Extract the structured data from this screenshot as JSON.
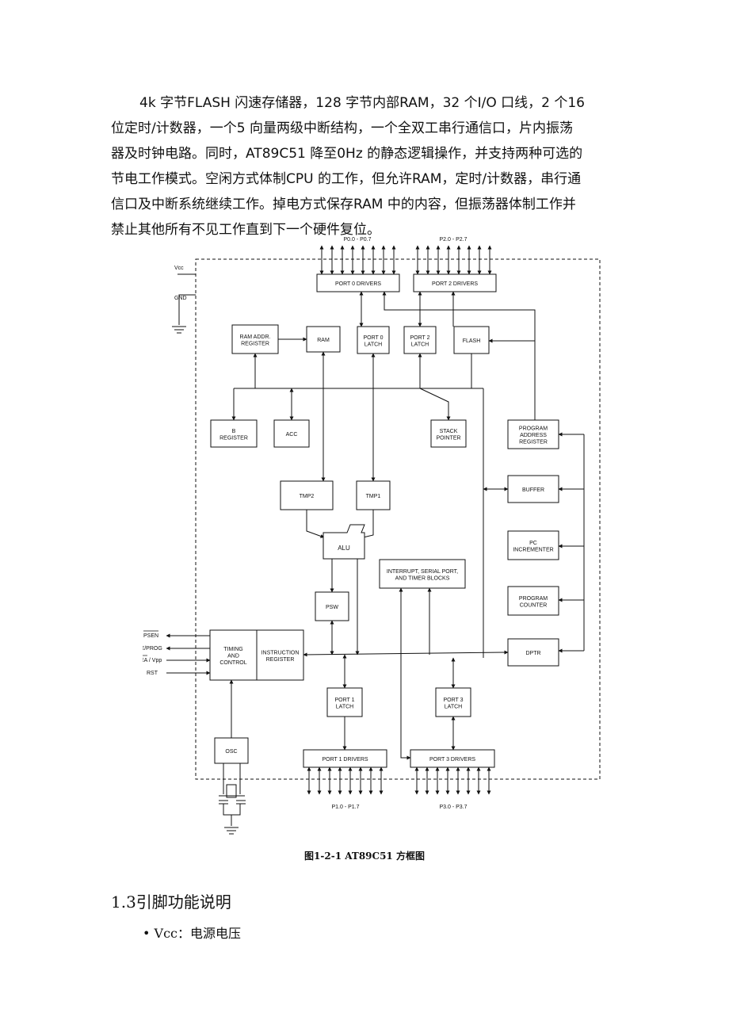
{
  "paragraph": {
    "lines": [
      "4k  字节FLASH 闪速存储器，128  字节内部RAM，32  个I/O  口线，2  个16",
      "位定时/计数器，一个5  向量两级中断结构，一个全双工串行通信口，片内振荡",
      "器及时钟电路。同时，AT89C51  降至0Hz  的静态逻辑操作，并支持两种可选的",
      "节电工作模式。空闲方式体制CPU 的工作，但允许RAM，定时/计数器，串行通",
      "信口及中断系统继续工作。掉电方式保存RAM  中的内容，但振荡器体制工作并",
      "禁止其他所有不见工作直到下一个硬件复位。"
    ]
  },
  "diagram": {
    "port_labels": {
      "p0": "P0.0 - P0.7",
      "p2": "P2.0 - P2.7",
      "p1": "P1.0 - P1.7",
      "p3": "P3.0 - P3.7"
    },
    "pins": {
      "vcc": "Vcc",
      "gnd": "GND",
      "psen": "PSEN",
      "ale": "ALE/PROG",
      "ea": "EA / Vpp",
      "rst": "RST"
    },
    "blocks": {
      "port0_drivers": [
        "PORT 0 DRIVERS"
      ],
      "port2_drivers": [
        "PORT 2 DRIVERS"
      ],
      "ram_addr_register": [
        "RAM ADDR.",
        "REGISTER"
      ],
      "ram": [
        "RAM"
      ],
      "port0_latch": [
        "PORT 0",
        "LATCH"
      ],
      "port2_latch": [
        "PORT 2",
        "LATCH"
      ],
      "flash": [
        "FLASH"
      ],
      "b_register": [
        "B",
        "REGISTER"
      ],
      "acc": [
        "ACC"
      ],
      "stack_pointer": [
        "STACK",
        "POINTER"
      ],
      "program_address_register": [
        "PROGRAM",
        "ADDRESS",
        "REGISTER"
      ],
      "buffer": [
        "BUFFER"
      ],
      "tmp2": [
        "TMP2"
      ],
      "tmp1": [
        "TMP1"
      ],
      "alu": [
        "ALU"
      ],
      "pc_incrementer": [
        "PC",
        "INCREMENTER"
      ],
      "interrupt_blocks": [
        "INTERRUPT, SERIAL PORT,",
        "AND TIMER BLOCKS"
      ],
      "program_counter": [
        "PROGRAM",
        "COUNTER"
      ],
      "psw": [
        "PSW"
      ],
      "timing_control": [
        "TIMING",
        "AND",
        "CONTROL"
      ],
      "instruction_register": [
        "INSTRUCTION",
        "REGISTER"
      ],
      "dptr": [
        "DPTR"
      ],
      "port1_latch": [
        "PORT 1",
        "LATCH"
      ],
      "port3_latch": [
        "PORT 3",
        "LATCH"
      ],
      "osc": [
        "OSC"
      ],
      "port1_drivers": [
        "PORT 1 DRIVERS"
      ],
      "port3_drivers": [
        "PORT 3 DRIVERS"
      ]
    }
  },
  "caption": "图1-2-1 AT89C51 方框图",
  "heading": "1.3引脚功能说明",
  "bullet": "• Vcc：电源电压"
}
